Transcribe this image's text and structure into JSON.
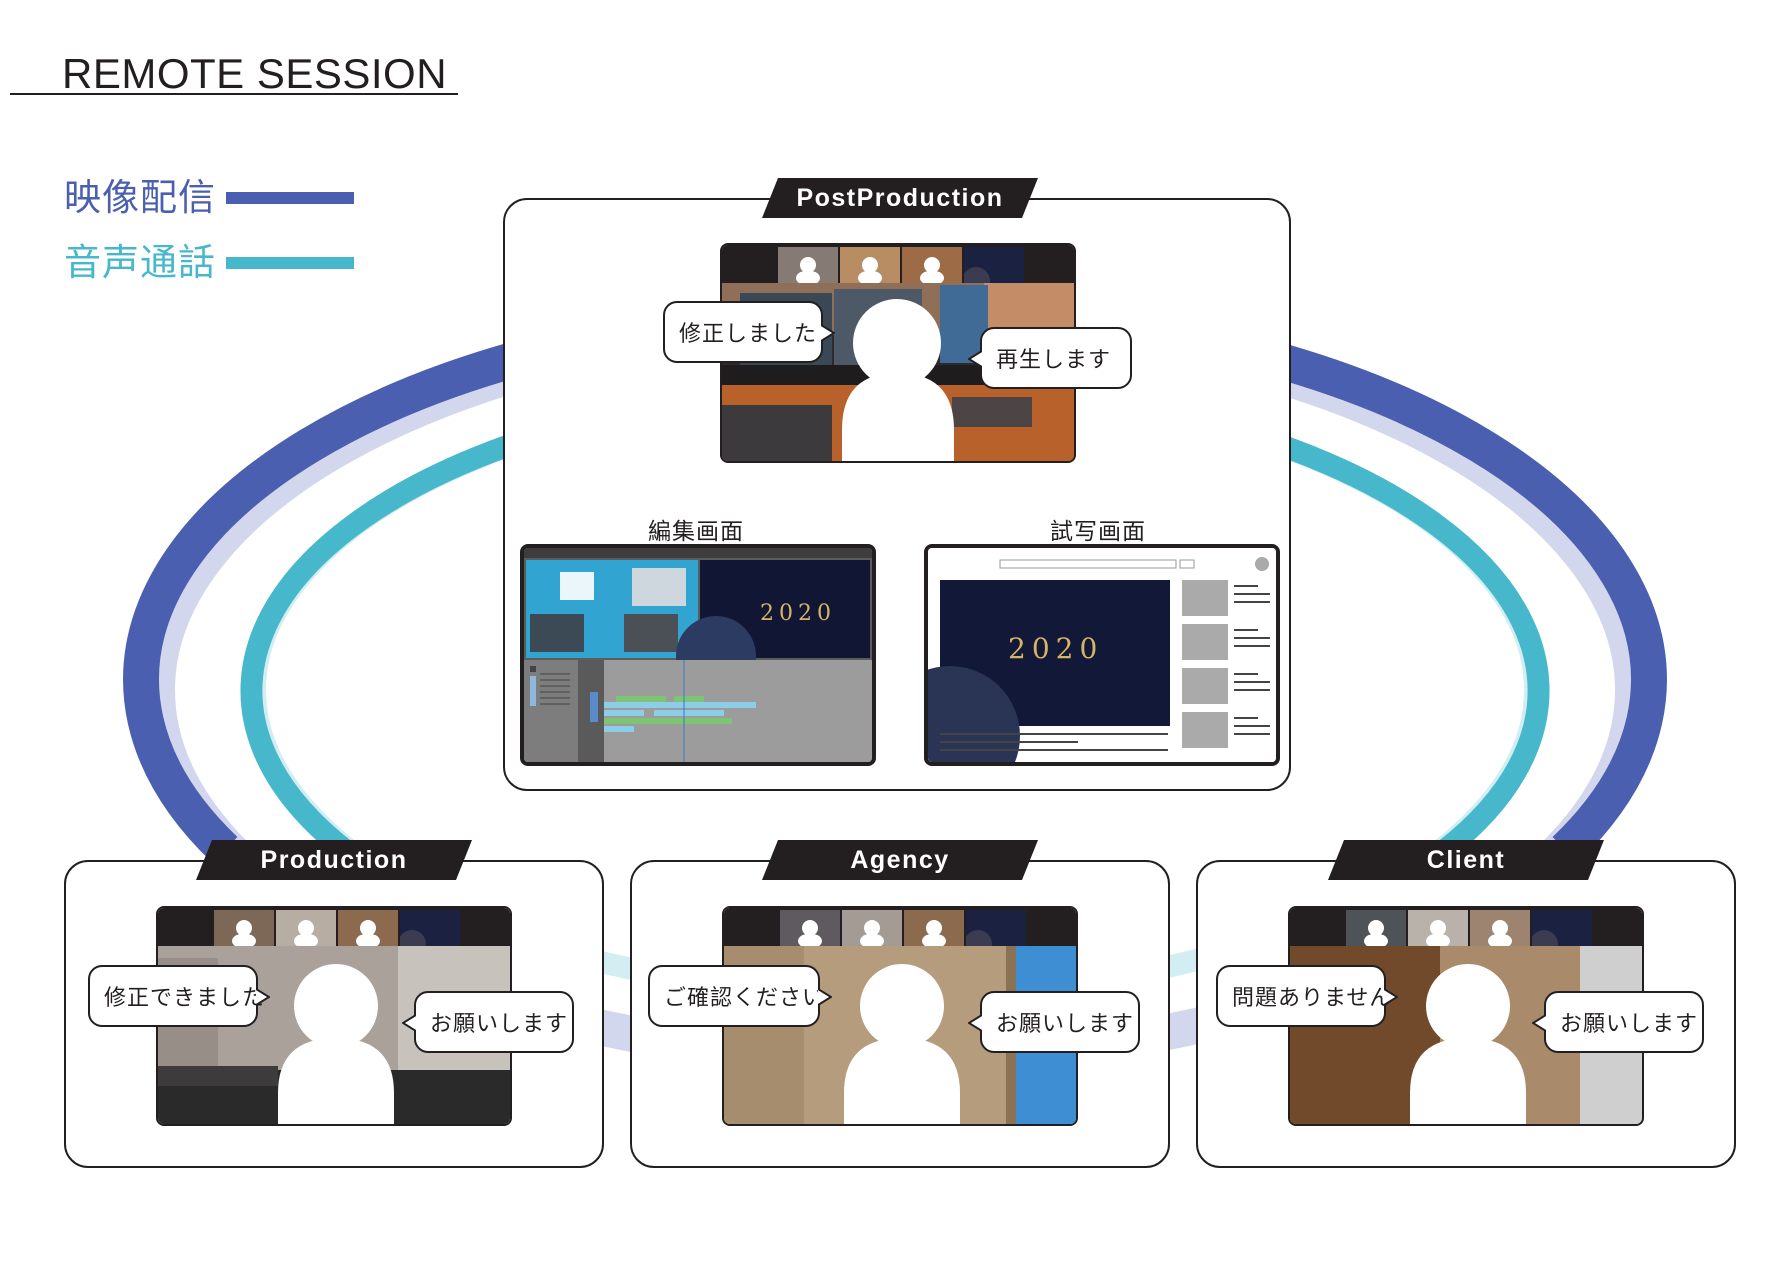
{
  "title": "REMOTE SESSION",
  "legend": [
    {
      "label": "映像配信",
      "color": "#4a5fb0"
    },
    {
      "label": "音声通話",
      "color": "#47b8cb"
    }
  ],
  "colors": {
    "video": "#4a5fb0",
    "video_light": "#d3d7ed",
    "audio": "#47b8cb",
    "audio_light": "#d2eef3",
    "dark": "#231f20"
  },
  "postproduction": {
    "tag": "PostProduction",
    "bubble_left": "修正しました",
    "bubble_right": "再生します",
    "edit_label": "編集画面",
    "preview_label": "試写画面",
    "year_text": "2020"
  },
  "production": {
    "tag": "Production",
    "bubble_left": "修正できました",
    "bubble_right": "お願いします"
  },
  "agency": {
    "tag": "Agency",
    "bubble_left": "ご確認ください",
    "bubble_right": "お願いします"
  },
  "client": {
    "tag": "Client",
    "bubble_left": "問題ありません",
    "bubble_right": "お願いします"
  }
}
